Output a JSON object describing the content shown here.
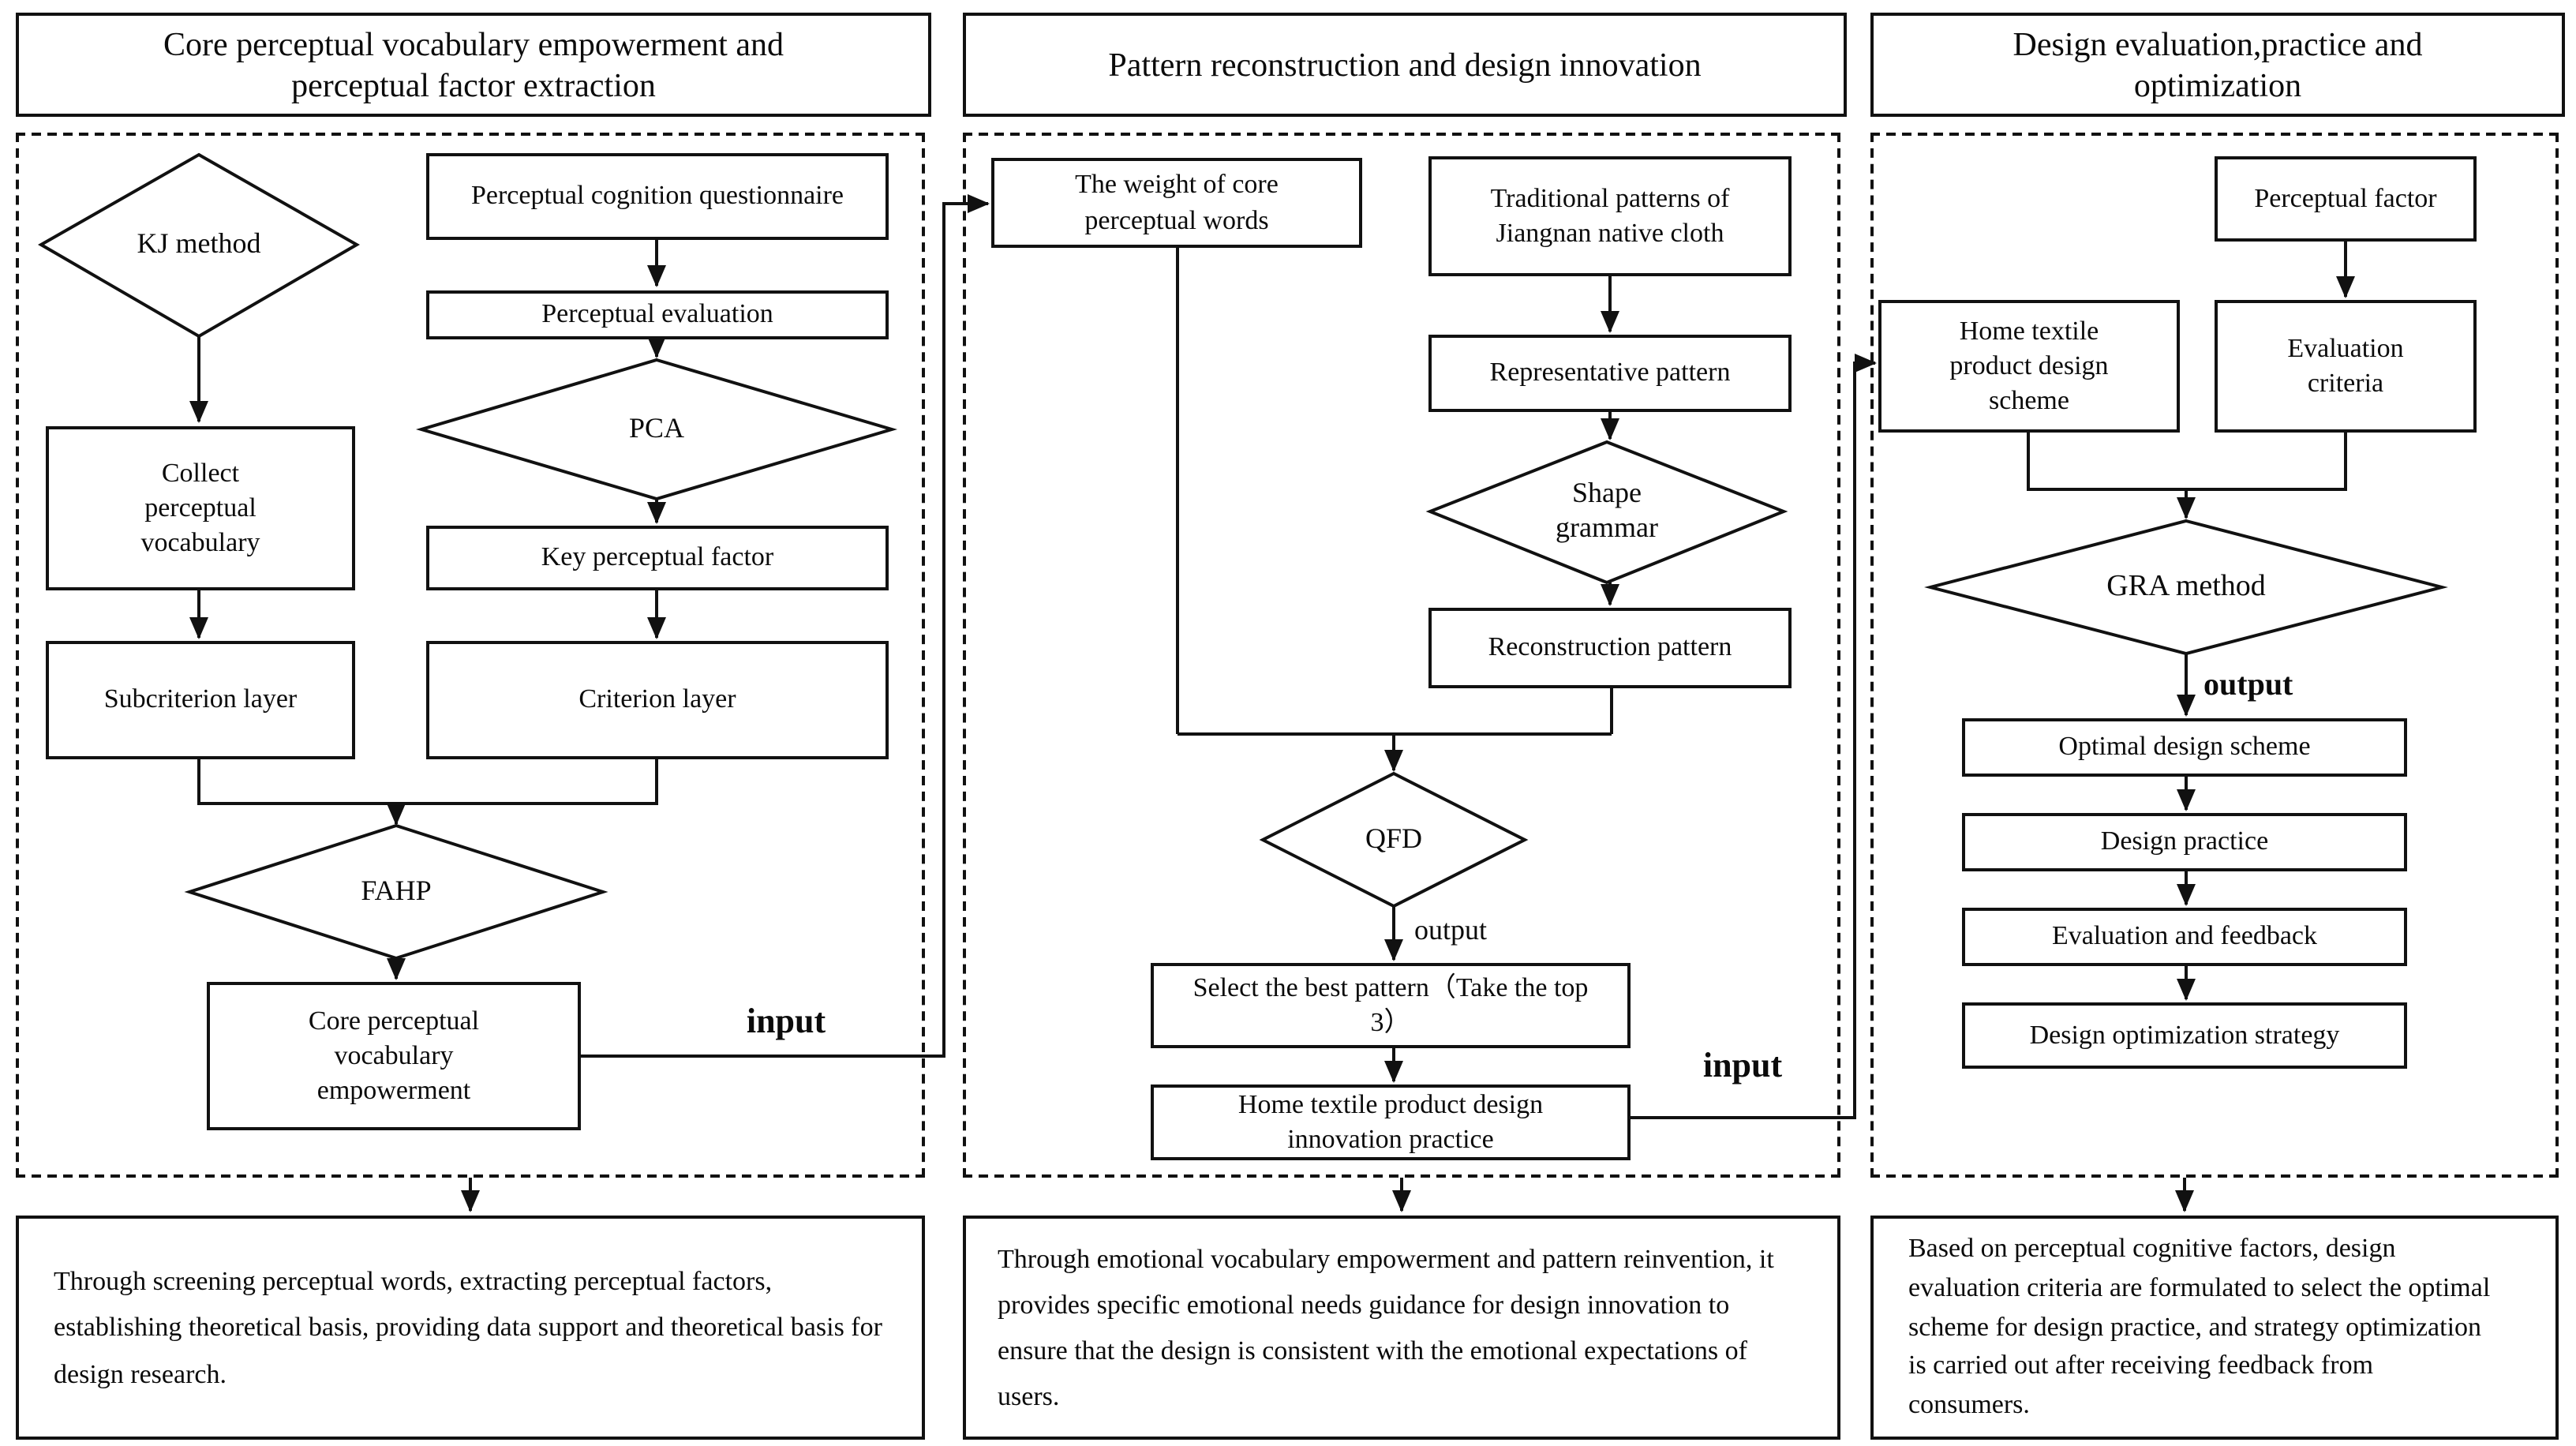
{
  "c1": {
    "title": "Core perceptual vocabulary empowerment and perceptual factor extraction",
    "kj": "KJ method",
    "pcq": "Perceptual cognition questionnaire",
    "pe": "Perceptual evaluation",
    "pca": "PCA",
    "kpf": "Key perceptual factor",
    "collect": "Collect perceptual vocabulary",
    "sub": "Subcriterion layer",
    "crit": "Criterion layer",
    "fahp": "FAHP",
    "cpve": "Core perceptual vocabulary empowerment",
    "input_label": "input",
    "summary": "Through screening perceptual words, extracting perceptual factors, establishing theoretical basis, providing data support and theoretical basis for design research."
  },
  "c2": {
    "title": "Pattern reconstruction and design innovation",
    "weight": "The weight of core perceptual words",
    "trad": "Traditional patterns of Jiangnan native cloth",
    "rep": "Representative pattern",
    "shape": "Shape grammar",
    "recon": "Reconstruction pattern",
    "qfd": "QFD",
    "output_label": "output",
    "select": "Select the best pattern（Take the top 3）",
    "htp": "Home textile product design innovation practice",
    "input_label": "input",
    "summary": "Through emotional vocabulary empowerment and pattern reinvention, it provides specific emotional needs guidance for design innovation to ensure that the design is consistent with the emotional expectations of users."
  },
  "c3": {
    "title": "Design evaluation,practice and optimization",
    "pf": "Perceptual factor",
    "htds": "Home textile product design scheme",
    "ec": "Evaluation criteria",
    "gra": "GRA method",
    "output_label": "output",
    "ods": "Optimal design scheme",
    "dp": "Design practice",
    "ef": "Evaluation and feedback",
    "dos": "Design optimization strategy",
    "summary": "Based on perceptual cognitive factors, design evaluation criteria are formulated to select the optimal scheme for design practice, and strategy optimization is carried out after receiving feedback from consumers."
  }
}
